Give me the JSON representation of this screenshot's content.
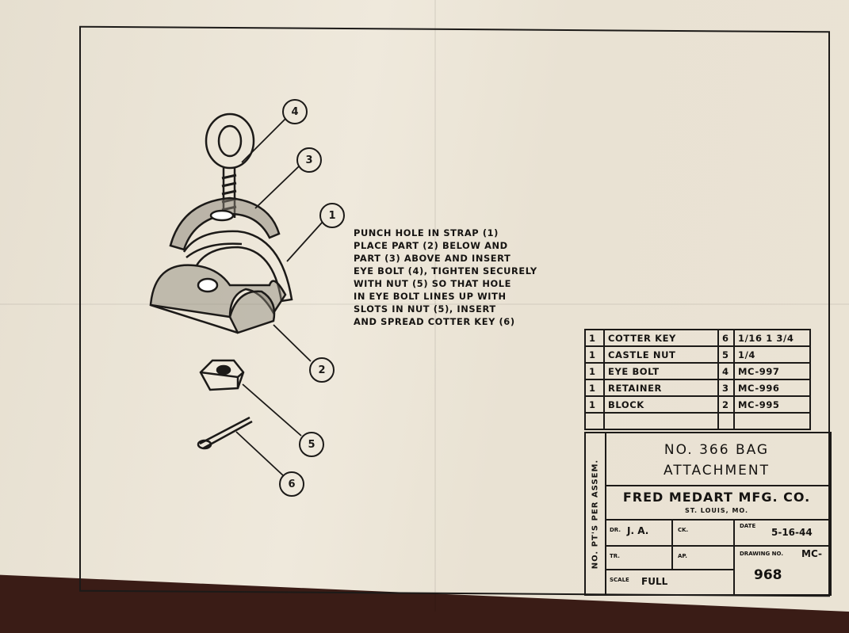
{
  "callouts": [
    "1",
    "2",
    "3",
    "4",
    "5",
    "6"
  ],
  "instructions": [
    "PUNCH HOLE IN STRAP (1)",
    "PLACE PART (2) BELOW AND",
    "PART (3) ABOVE AND INSERT",
    "EYE BOLT (4), TIGHTEN SECURELY",
    "WITH NUT (5) SO THAT HOLE",
    "IN EYE BOLT LINES UP WITH",
    "SLOTS IN NUT (5), INSERT",
    "AND SPREAD COTTER KEY (6)"
  ],
  "parts_list": [
    {
      "qty": "1",
      "name": "COTTER KEY",
      "item": "6",
      "part": "1/16 1 3/4"
    },
    {
      "qty": "1",
      "name": "CASTLE NUT",
      "item": "5",
      "part": "1/4"
    },
    {
      "qty": "1",
      "name": "EYE BOLT",
      "item": "4",
      "part": "MC-997"
    },
    {
      "qty": "1",
      "name": "RETAINER",
      "item": "3",
      "part": "MC-996"
    },
    {
      "qty": "1",
      "name": "BLOCK",
      "item": "2",
      "part": "MC-995"
    }
  ],
  "title_block": {
    "strip_label": "NO. PT'S PER ASSEM.",
    "title_line1": "NO. 366 BAG",
    "title_line2": "ATTACHMENT",
    "company": "FRED MEDART MFG. CO.",
    "city": "ST. LOUIS, MO.",
    "dr_label": "DR.",
    "dr_value": "J. A.",
    "ck_label": "CK.",
    "date_label": "DATE",
    "date_value": "5-16-44",
    "tr_label": "TR.",
    "ap_label": "AP.",
    "drawing_no_label": "DRAWING NO.",
    "drawing_no_prefix": "MC-",
    "drawing_no_value": "968",
    "scale_label": "SCALE",
    "scale_value": "FULL"
  }
}
